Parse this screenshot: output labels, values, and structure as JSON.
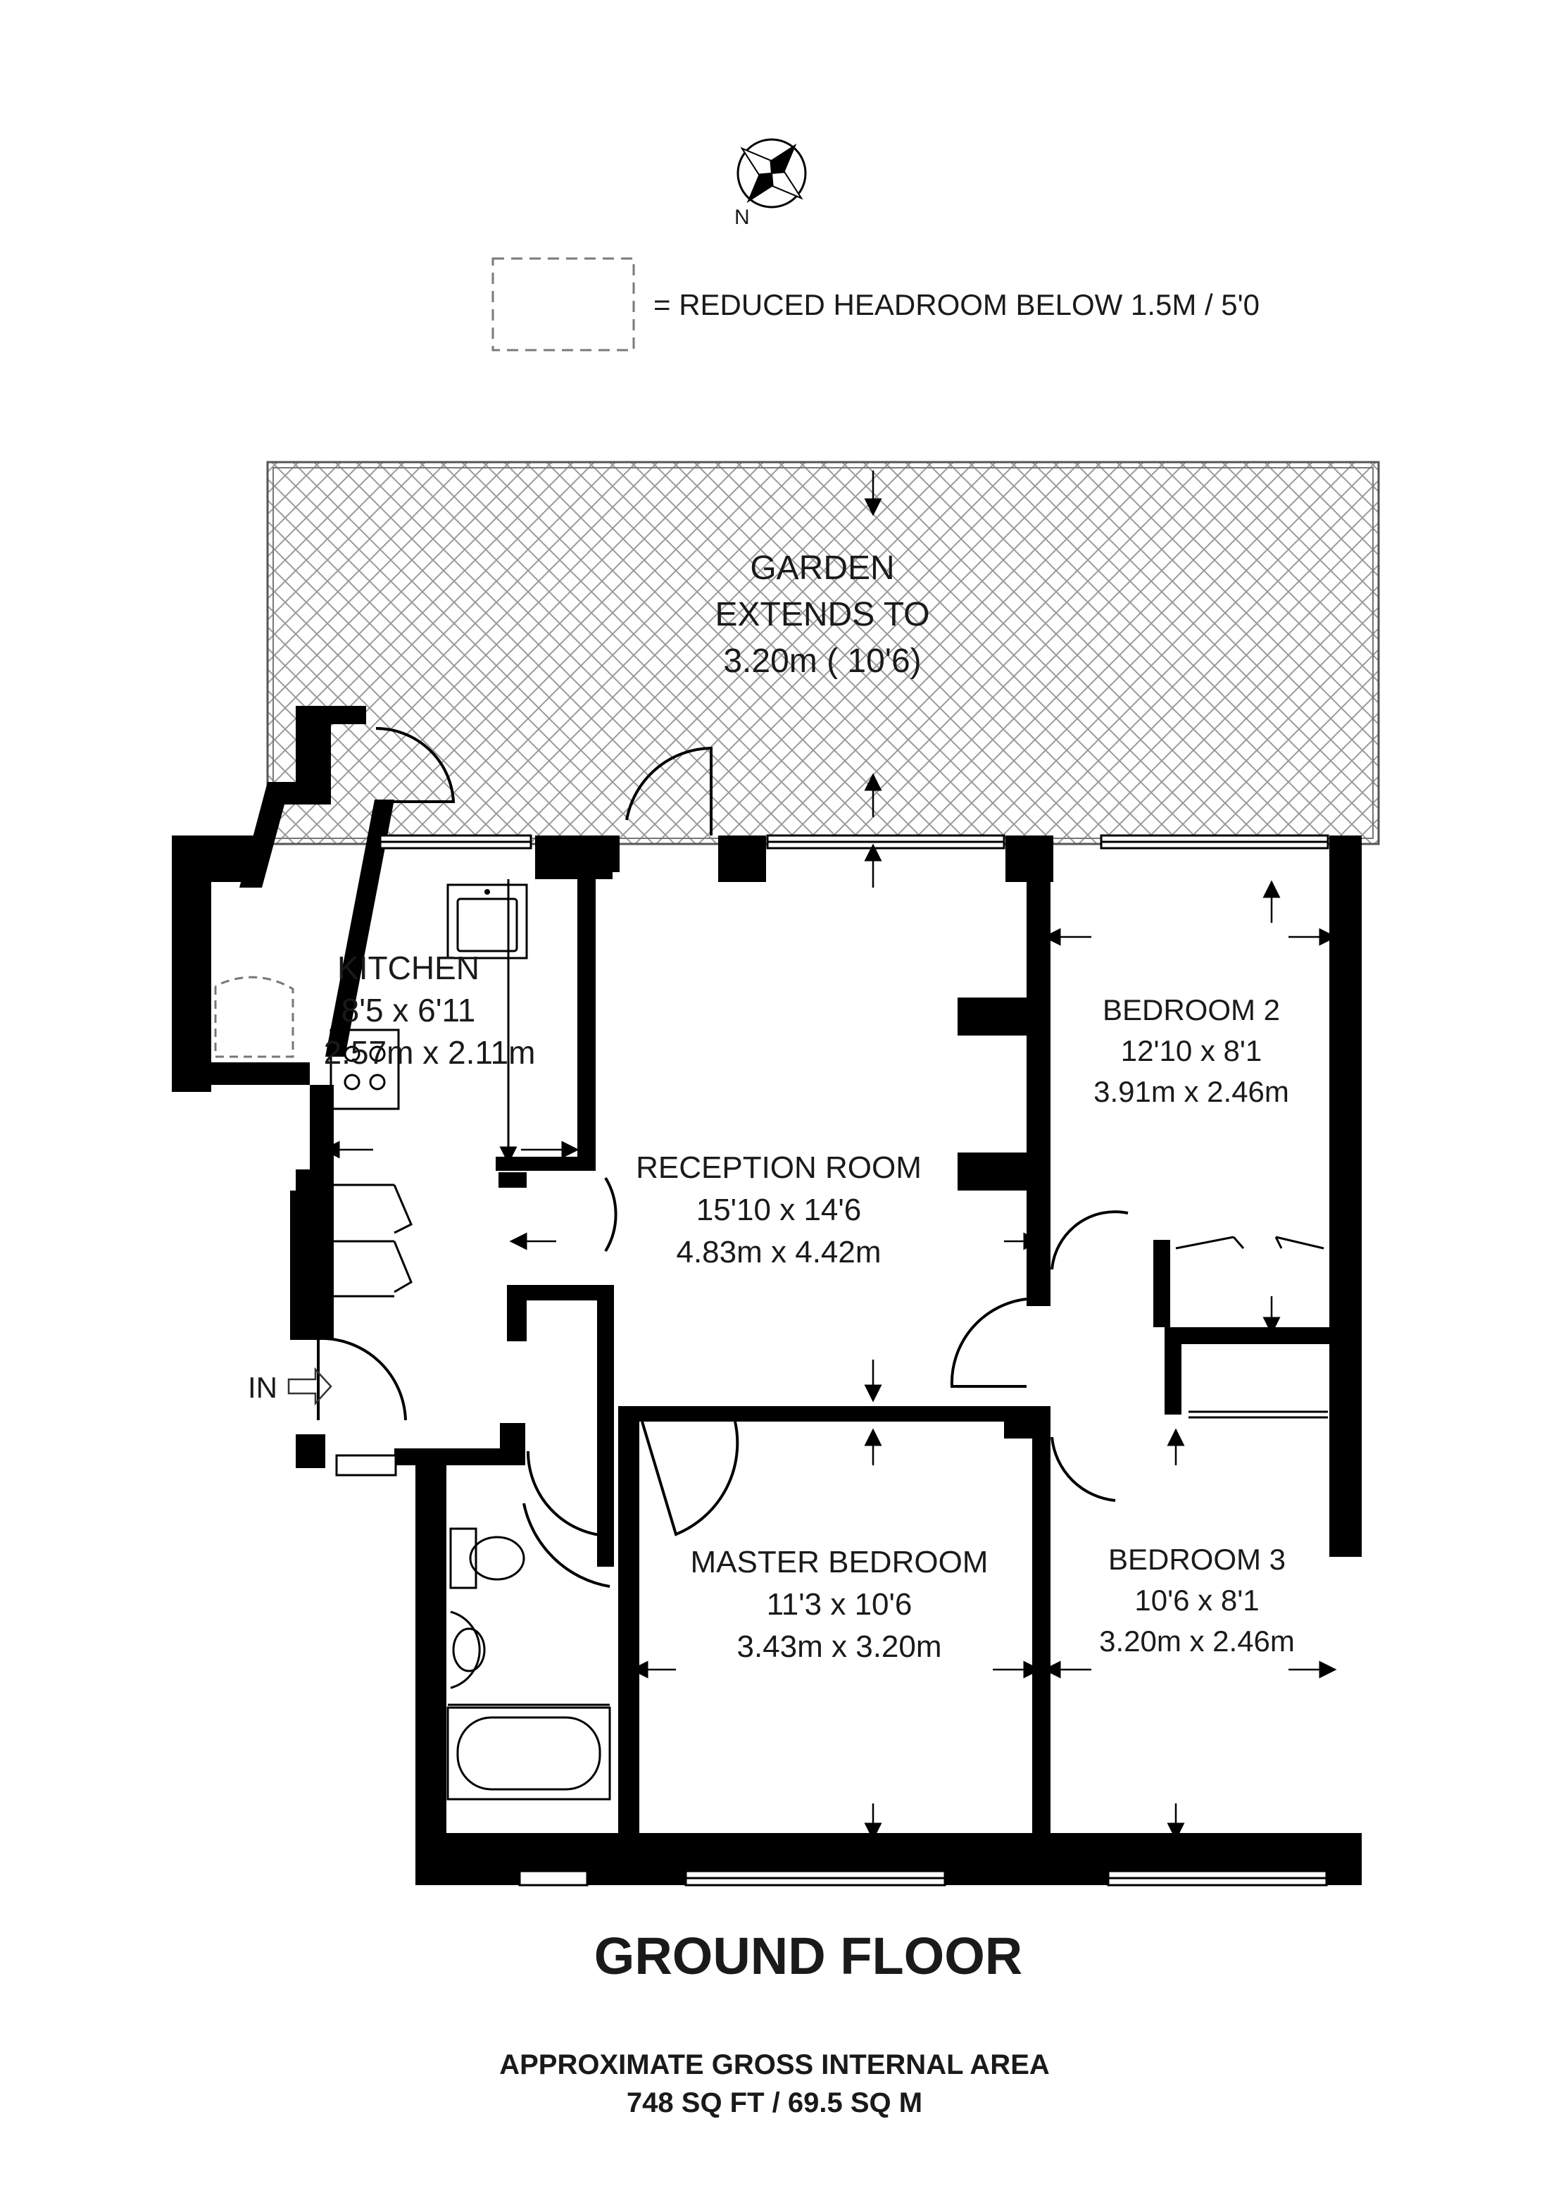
{
  "compass": {
    "north_label": "N"
  },
  "legend": {
    "text": "= REDUCED HEADROOM BELOW 1.5M / 5'0"
  },
  "rooms": {
    "garden": {
      "line1": "GARDEN",
      "line2": "EXTENDS TO",
      "line3": "3.20m ( 10'6)"
    },
    "kitchen": {
      "name": "KITCHEN",
      "imperial": "8'5 x 6'11",
      "metric": "2.57m x 2.11m"
    },
    "reception": {
      "name": "RECEPTION ROOM",
      "imperial": "15'10 x 14'6",
      "metric": "4.83m x 4.42m"
    },
    "bedroom2": {
      "name": "BEDROOM 2",
      "imperial": "12'10 x 8'1",
      "metric": "3.91m x 2.46m"
    },
    "master": {
      "name": "MASTER BEDROOM",
      "imperial": "11'3 x 10'6",
      "metric": "3.43m x 3.20m"
    },
    "bedroom3": {
      "name": "BEDROOM 3",
      "imperial": "10'6 x 8'1",
      "metric": "3.20m x 2.46m"
    }
  },
  "entrance": {
    "label": "IN"
  },
  "floor": {
    "title": "GROUND FLOOR"
  },
  "area": {
    "line1": "APPROXIMATE GROSS INTERNAL AREA",
    "line2": "748 SQ FT / 69.5 SQ M"
  }
}
